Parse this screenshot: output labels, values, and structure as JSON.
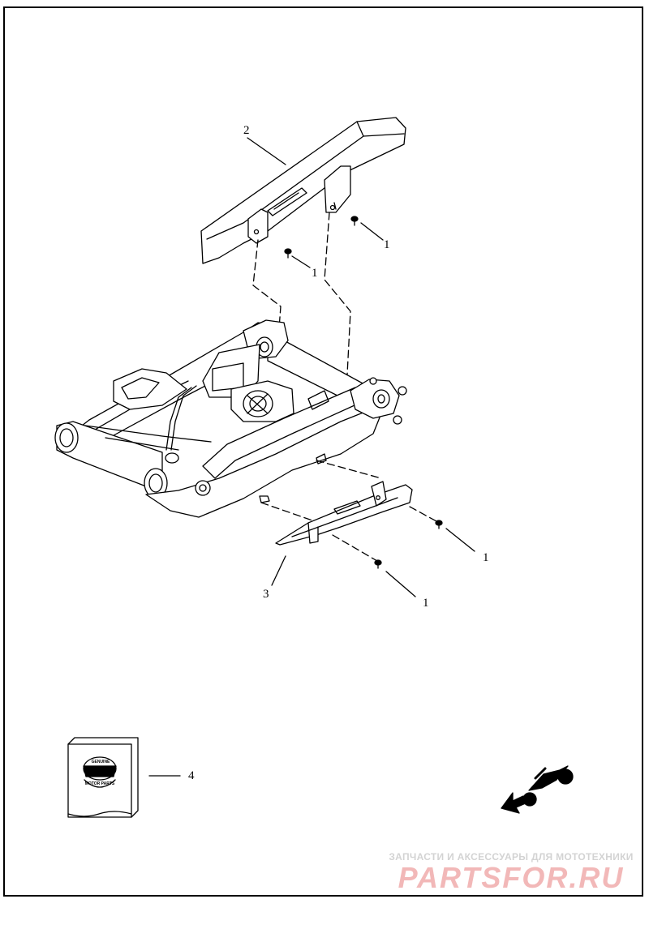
{
  "callouts": {
    "c1a": "1",
    "c1b": "1",
    "c2": "2",
    "c1c": "1",
    "c3": "3",
    "c1d": "1",
    "c4": "4"
  },
  "book_badge": {
    "line1": "GENUINE",
    "line2": "MOTOR PARTS"
  },
  "watermark": {
    "line1": "ЗАПЧАСТИ И АКСЕССУАРЫ ДЛЯ МОТОТЕХНИКИ",
    "line2": "PARTSFOR.RU"
  },
  "colors": {
    "ink": "#000000",
    "watermark_text": "#d3d3d3",
    "watermark_logo": "#f2b8b8"
  },
  "icons": [
    "motorcycle-direction-icon",
    "arrow-left-icon",
    "parts-book-icon"
  ]
}
